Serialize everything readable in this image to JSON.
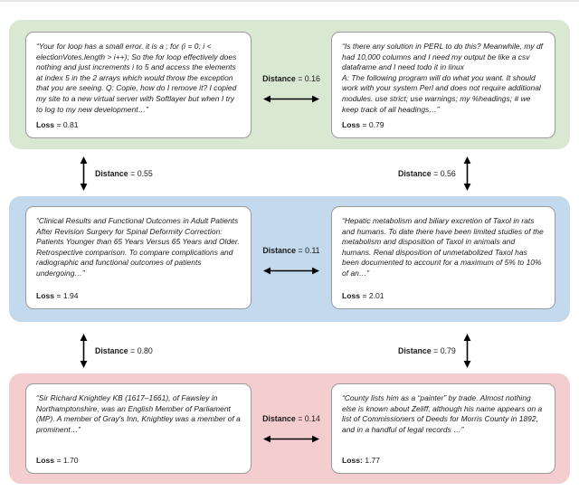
{
  "figure": {
    "groups": [
      {
        "id": "group-code",
        "color": "#d8e8d2",
        "left_card": {
          "snippet": "“Your for loop has a small error. it is a ; for (i = 0; i < electionVotes.length > i++); So the for loop effectively does nothing and just increments i to 5 and access the elements at index 5 in the 2 arrays which would throw the exception that you are seeing. Q: Copie, how do I remove it? I copied my site to a new virtual server with Softlayer but when I try to log to my new development…”",
          "loss_label": "Loss",
          "loss_separator": " = ",
          "loss_value": "0.81"
        },
        "right_card": {
          "snippet": "“Is there any solution in PERL to do this? Meanwhile, my df had 10,000 columns and I need my output be like a csv dataframe and I need todo it in linux\nA: The following program will do what you want. It should work with your system Perl and does not require additional modules. use strict; use warnings; my %headings; # we keep track of all headings…”",
          "loss_label": "Loss",
          "loss_separator": " = ",
          "loss_value": "0.79"
        },
        "intra_distance": {
          "label": "Distance",
          "separator": " = ",
          "value": "0.16"
        }
      },
      {
        "id": "group-biomedical",
        "color": "#c3d9ee",
        "left_card": {
          "snippet": "“Clinical Results and Functional Outcomes in Adult Patients After Revision Surgery for Spinal Deformity Correction: Patients Younger than 65 Years Versus 65 Years and Older. Retrospective comparison. To compare complications and radiographic and functional outcomes of patients undergoing…”",
          "loss_label": "Loss",
          "loss_separator": " = ",
          "loss_value": "1.94"
        },
        "right_card": {
          "snippet": "“Hepatic metabolism and biliary excretion of Taxol in rats and humans. To date there have been limited studies of the metabolism and disposition of Taxol in animals and humans. Renal disposition of unmetabolized Taxol has been documented to account for a maximum of 5% to 10% of an…”",
          "loss_label": "Loss",
          "loss_separator": " = ",
          "loss_value": "2.01"
        },
        "intra_distance": {
          "label": "Distance",
          "separator": " = ",
          "value": "0.11"
        }
      },
      {
        "id": "group-biography",
        "color": "#f4cdce",
        "left_card": {
          "snippet": "“Sir Richard Knightley KB (1617–1661), of Fawsley in Northamptonshire, was an English Member of Parliament (MP). A member of Gray's Inn, Knightley was a member of a prominent…”",
          "loss_label": "Loss",
          "loss_separator": " = ",
          "loss_value": "1.70"
        },
        "right_card": {
          "snippet": "“County lists him as a “painter” by trade. Almost nothing else is known about Zeliff, although his name appears on a list of Commissioners of Deeds for Morris County in 1892, and in a handful of legal records …”",
          "loss_label": "Loss:",
          "loss_separator": " ",
          "loss_value": "1.77"
        },
        "intra_distance": {
          "label": "Distance",
          "separator": " = ",
          "value": "0.14"
        }
      }
    ],
    "inter_distances": [
      {
        "id": "green-to-blue-left",
        "label": "Distance",
        "separator": " = ",
        "value": "0.55",
        "arrow_side": "before-label"
      },
      {
        "id": "green-to-blue-right",
        "label": "Distance",
        "separator": " = ",
        "value": "0.56",
        "arrow_side": "after-label"
      },
      {
        "id": "blue-to-pink-left",
        "label": "Distance",
        "separator": " = ",
        "value": "0.80",
        "arrow_side": "before-label"
      },
      {
        "id": "blue-to-pink-right",
        "label": "Distance",
        "separator": " = ",
        "value": "0.79",
        "arrow_side": "after-label"
      }
    ]
  }
}
